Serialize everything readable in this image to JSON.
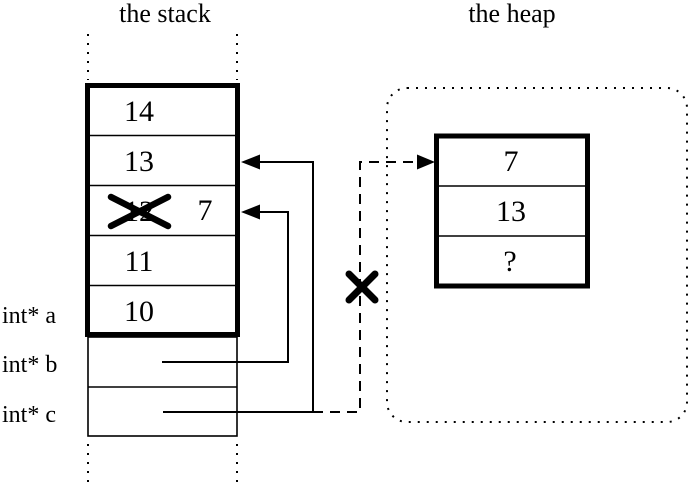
{
  "figure": {
    "colors": {
      "ink": "#000000",
      "background": "#ffffff"
    }
  },
  "stack": {
    "title": "the stack",
    "cells": [
      {
        "value": "14"
      },
      {
        "value": "13"
      },
      {
        "value": "12",
        "new_value": "7",
        "crossed_out": true
      },
      {
        "value": "11"
      },
      {
        "value": "10"
      }
    ],
    "variables": [
      {
        "label": "int* a"
      },
      {
        "label": "int* b"
      },
      {
        "label": "int* c"
      }
    ]
  },
  "heap": {
    "title": "the heap",
    "cells": [
      {
        "value": "7"
      },
      {
        "value": "13"
      },
      {
        "value": "?"
      }
    ]
  }
}
